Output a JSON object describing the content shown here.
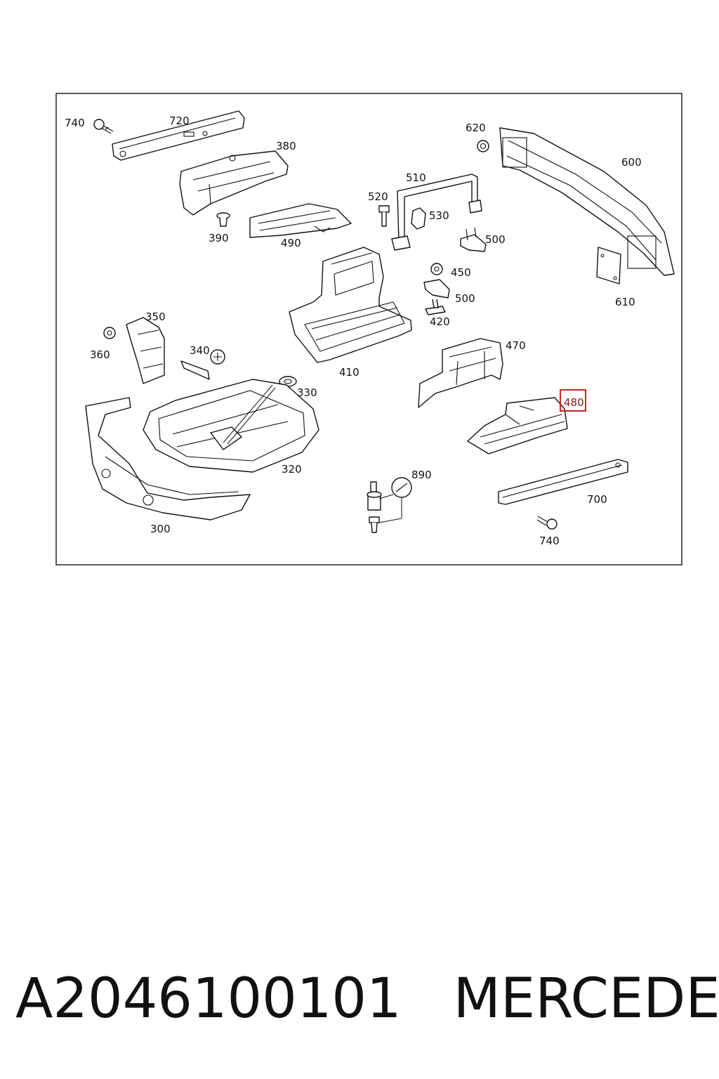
{
  "diagram": {
    "callouts": {
      "c740a": "740",
      "c720": "720",
      "c380": "380",
      "c390": "390",
      "c490": "490",
      "c520": "520",
      "c510": "510",
      "c530": "530",
      "c500a": "500",
      "c620": "620",
      "c600": "600",
      "c450": "450",
      "c500b": "500",
      "c420": "420",
      "c610": "610",
      "c350": "350",
      "c360": "360",
      "c340": "340",
      "c330": "330",
      "c410": "410",
      "c470": "470",
      "c480": "480",
      "c320": "320",
      "c300": "300",
      "c890": "890",
      "c700": "700",
      "c740b": "740"
    },
    "highlighted_callout": "480",
    "highlight_color": "#d42020"
  },
  "caption": {
    "part_number": "A2046100101",
    "brand": "MERCEDES"
  }
}
